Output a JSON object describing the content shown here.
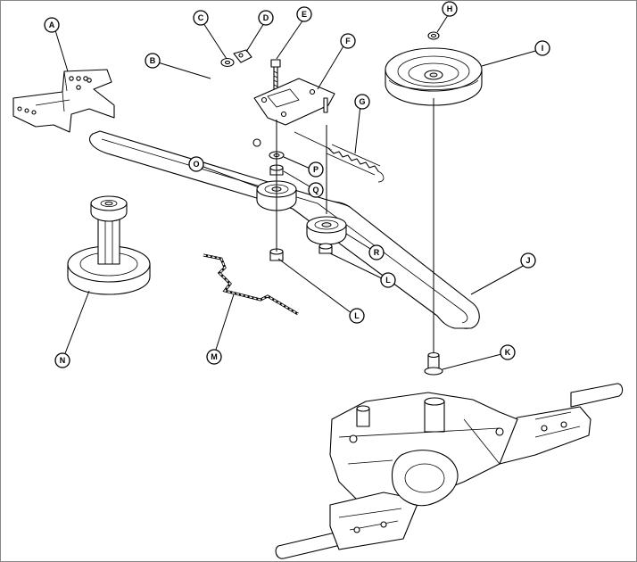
{
  "callouts": {
    "A": "A",
    "B": "B",
    "C": "C",
    "D": "D",
    "E": "E",
    "F": "F",
    "G": "G",
    "H": "H",
    "I": "I",
    "J": "J",
    "K": "K",
    "L": "L",
    "L2": "L",
    "M": "M",
    "N": "N",
    "O": "O",
    "P": "P",
    "Q": "Q",
    "R": "R"
  },
  "colors": {
    "line": "#000000",
    "background": "#ffffff",
    "shade": "#e6e6e6"
  }
}
